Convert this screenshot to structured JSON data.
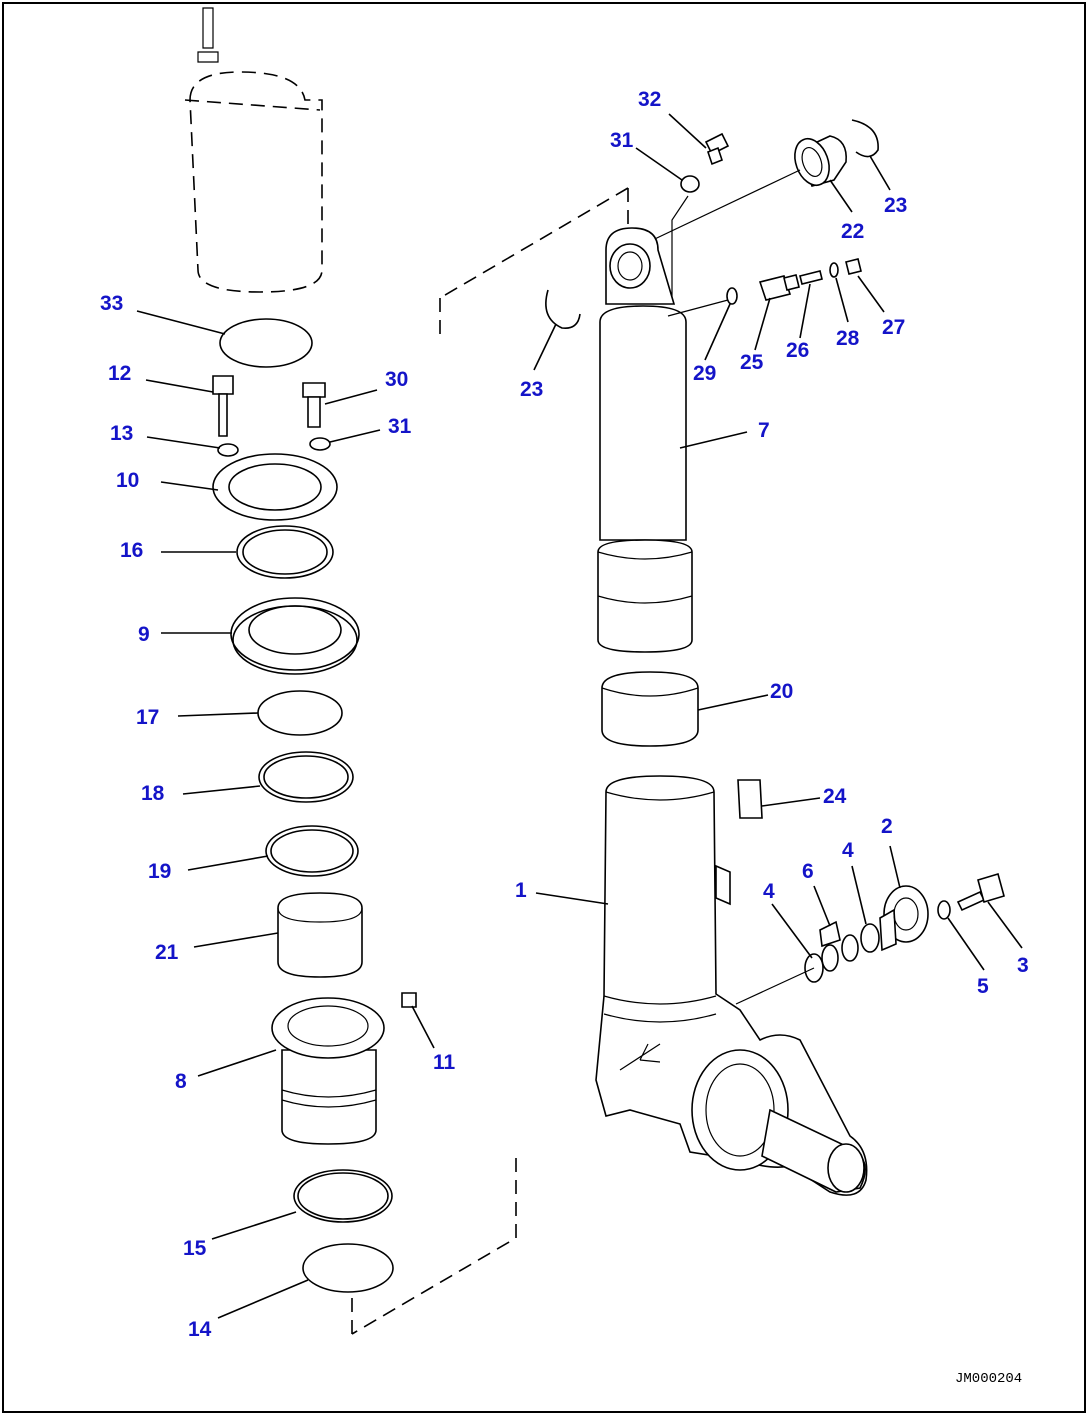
{
  "diagram": {
    "drawing_code": "JM000204",
    "callouts": {
      "c1": "1",
      "c2": "2",
      "c3": "3",
      "c4a": "4",
      "c4b": "4",
      "c5": "5",
      "c6": "6",
      "c7": "7",
      "c8": "8",
      "c9": "9",
      "c10": "10",
      "c11": "11",
      "c12": "12",
      "c13": "13",
      "c14": "14",
      "c15": "15",
      "c16": "16",
      "c17": "17",
      "c18": "18",
      "c19": "19",
      "c20": "20",
      "c21": "21",
      "c22": "22",
      "c23a": "23",
      "c23b": "23",
      "c24": "24",
      "c25": "25",
      "c26": "26",
      "c27": "27",
      "c28": "28",
      "c29": "29",
      "c30": "30",
      "c31a": "31",
      "c31b": "31",
      "c32": "32",
      "c33": "33"
    },
    "callout_color": "#1414c8"
  }
}
